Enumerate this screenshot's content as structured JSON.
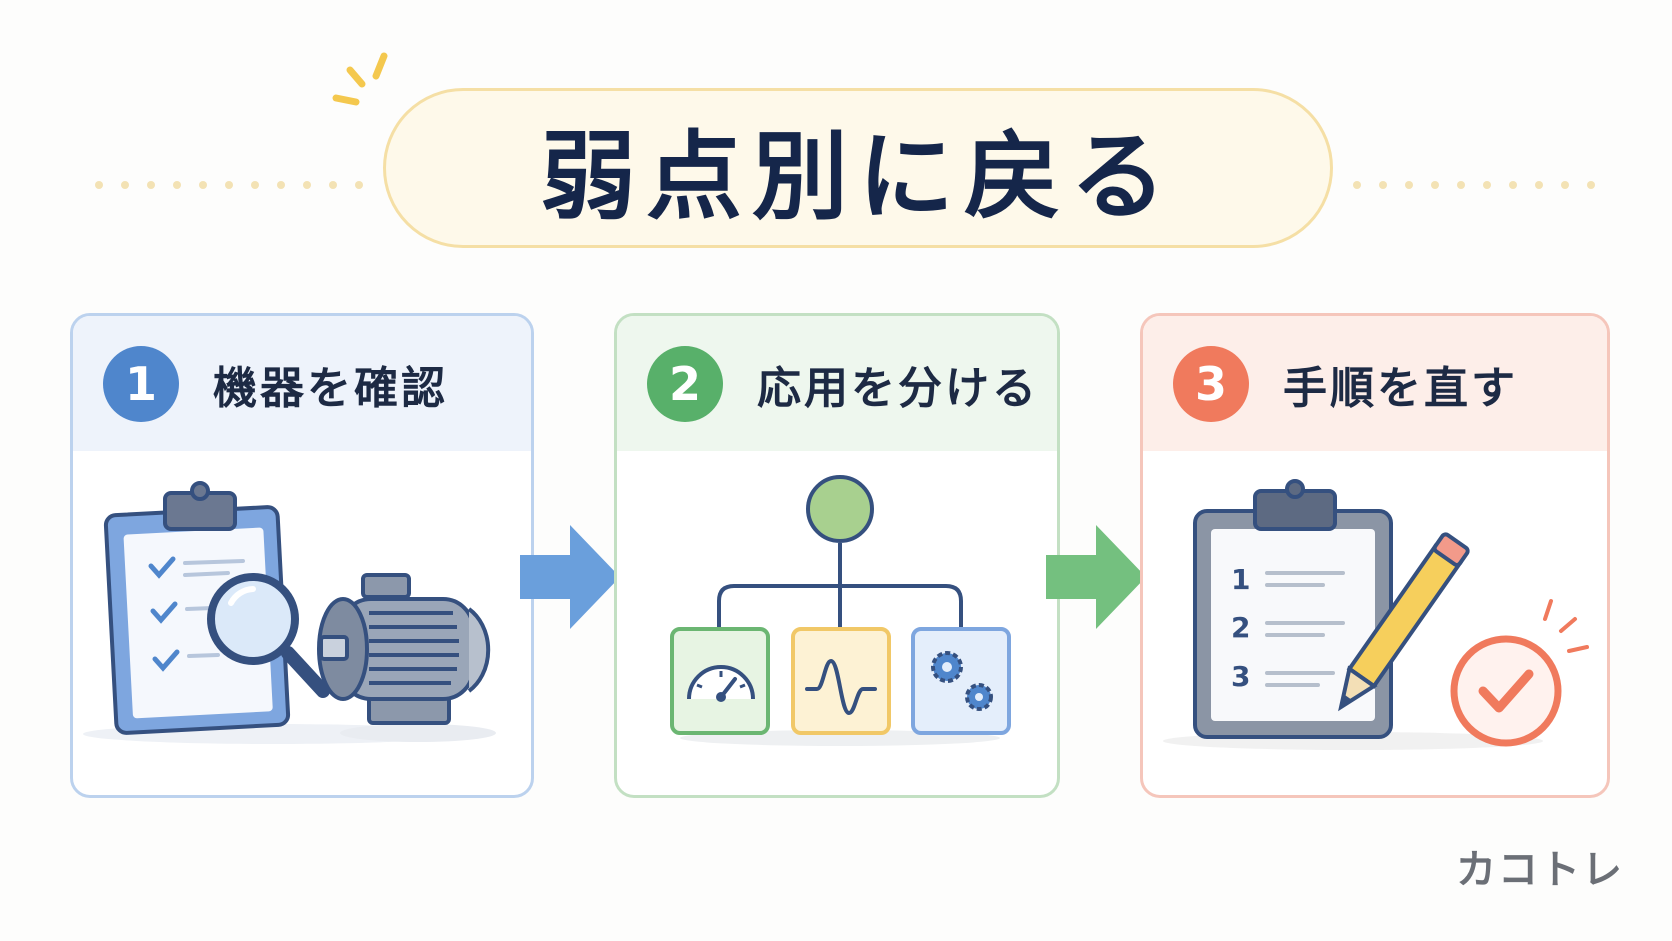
{
  "title": "弱点別に戻る",
  "colors": {
    "step1": "#4f86cc",
    "step2": "#58b06a",
    "step3": "#f07a5d",
    "title_text": "#15264a"
  },
  "steps": [
    {
      "number": "1",
      "label": "機器を確認",
      "illustration": "clipboard-checklist-magnifier-motor"
    },
    {
      "number": "2",
      "label": "応用を分ける",
      "illustration": "tree-gauge-wave-gears"
    },
    {
      "number": "3",
      "label": "手順を直す",
      "illustration": "numbered-clipboard-pencil-check"
    }
  ],
  "step3_list_numbers": [
    "1",
    "2",
    "3"
  ],
  "brand": "カコトレ"
}
